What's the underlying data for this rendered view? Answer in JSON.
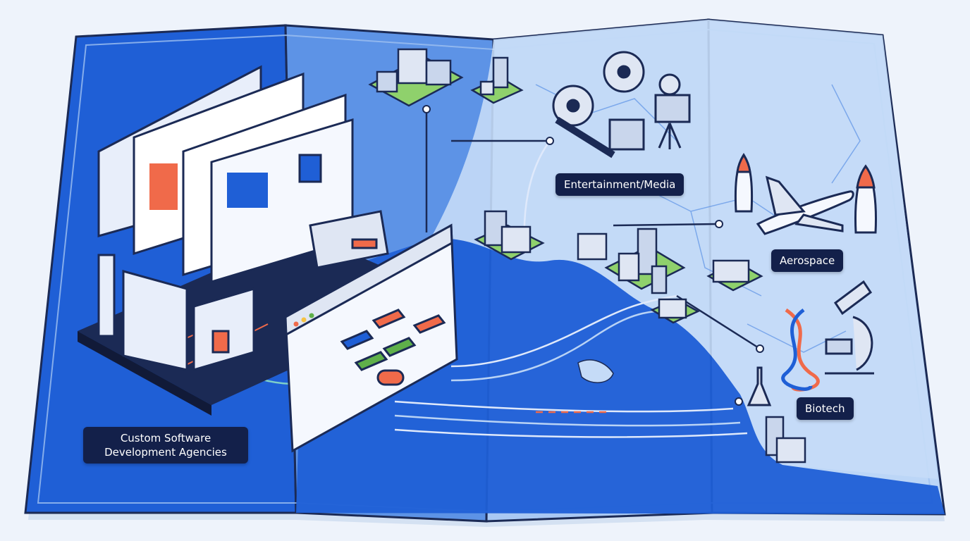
{
  "regions": {
    "software": {
      "label": "Custom Software Development Agencies",
      "icon": "software-stack-icon"
    },
    "media": {
      "label": "Entertainment/Media",
      "icon": "film-camera-icon"
    },
    "aerospace": {
      "label": "Aerospace",
      "icon": "airplane-rocket-icon"
    },
    "biotech": {
      "label": "Biotech",
      "icon": "dna-microscope-icon"
    }
  },
  "colors": {
    "ocean": "#1f5fd6",
    "land": "#b9d3f5",
    "outline": "#1b2a55",
    "accent_orange": "#f06a4a",
    "accent_green": "#5fb04a",
    "label_bg": "#13204a"
  }
}
